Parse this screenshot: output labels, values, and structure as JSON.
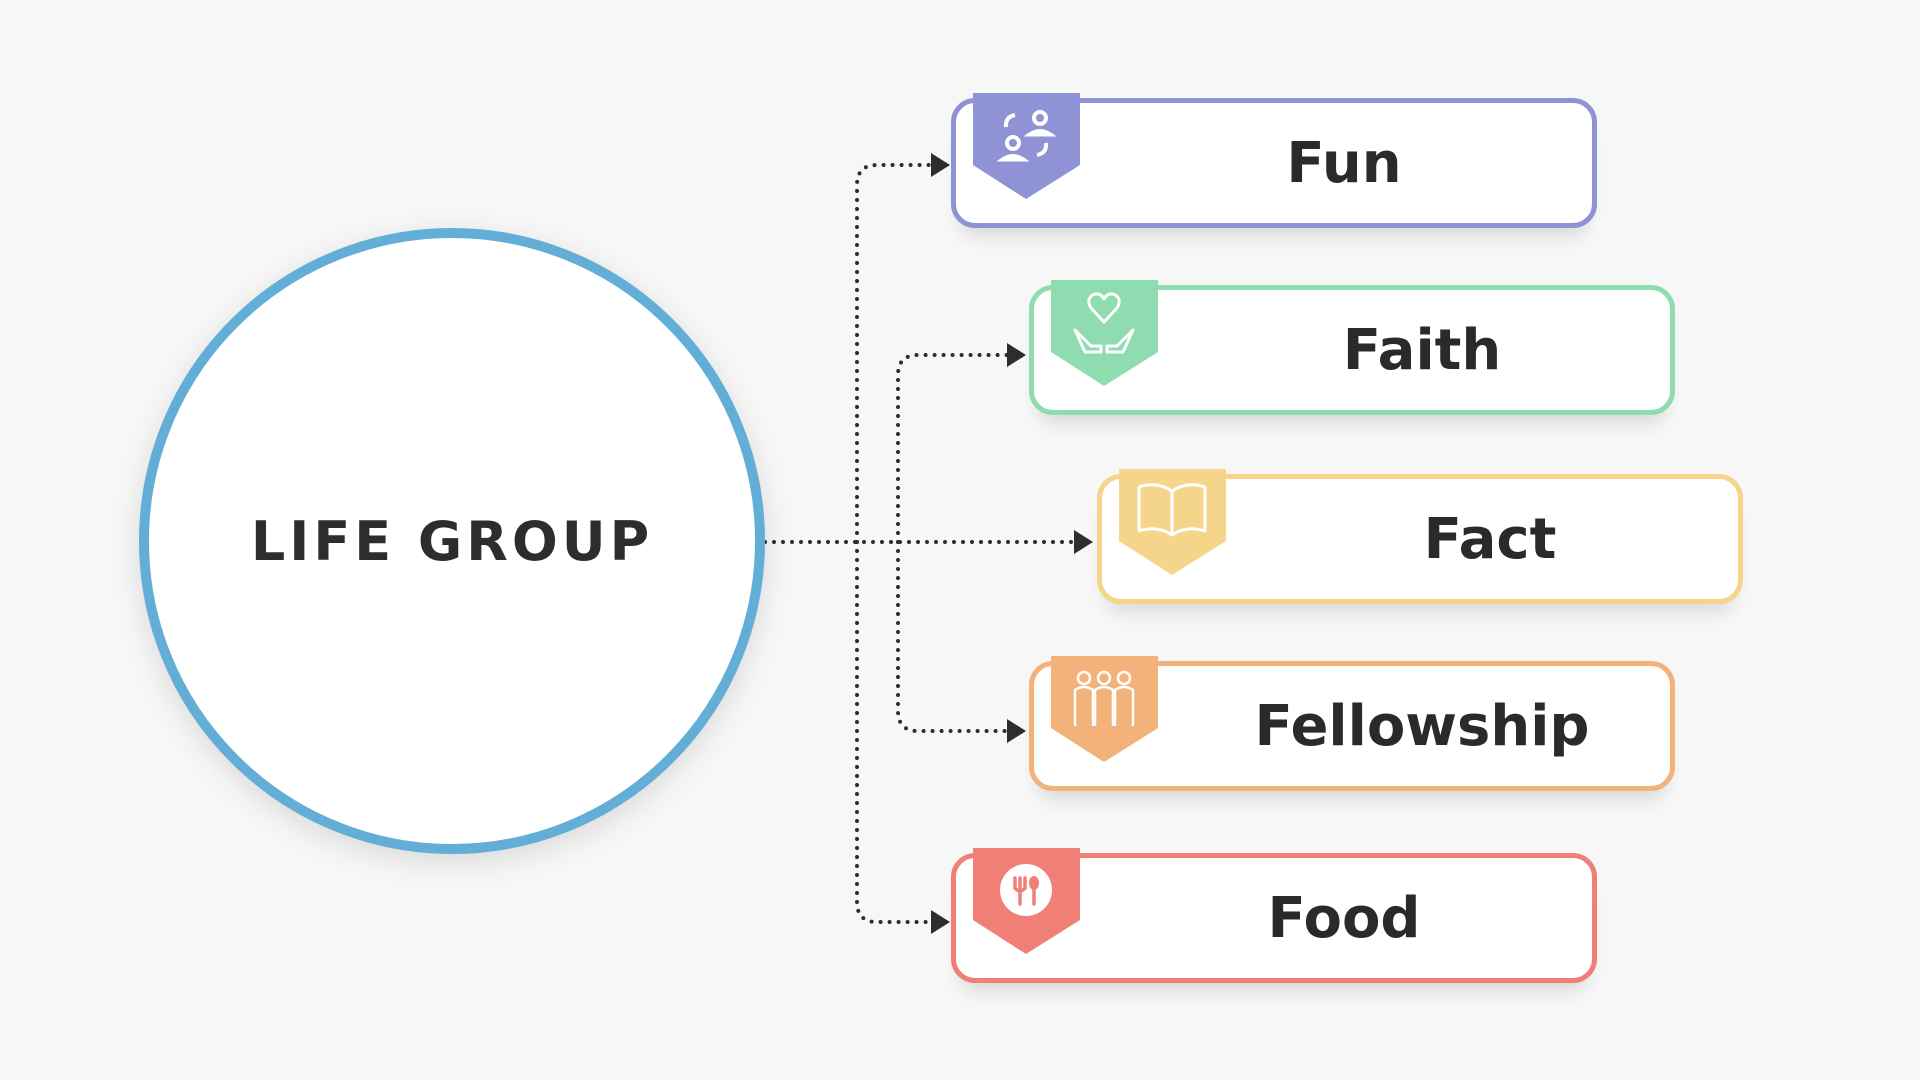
{
  "hub": {
    "label": "LIFE GROUP",
    "color": "#62aed6"
  },
  "items": [
    {
      "label": "Fun",
      "color": "#8f92d4",
      "icon": "people-exchange-icon"
    },
    {
      "label": "Faith",
      "color": "#8fdcb0",
      "icon": "heart-hands-icon"
    },
    {
      "label": "Fact",
      "color": "#f5d58a",
      "icon": "open-book-icon"
    },
    {
      "label": "Fellowship",
      "color": "#f2b27a",
      "icon": "group-people-icon"
    },
    {
      "label": "Food",
      "color": "#f07f78",
      "icon": "fork-spoon-icon"
    }
  ]
}
